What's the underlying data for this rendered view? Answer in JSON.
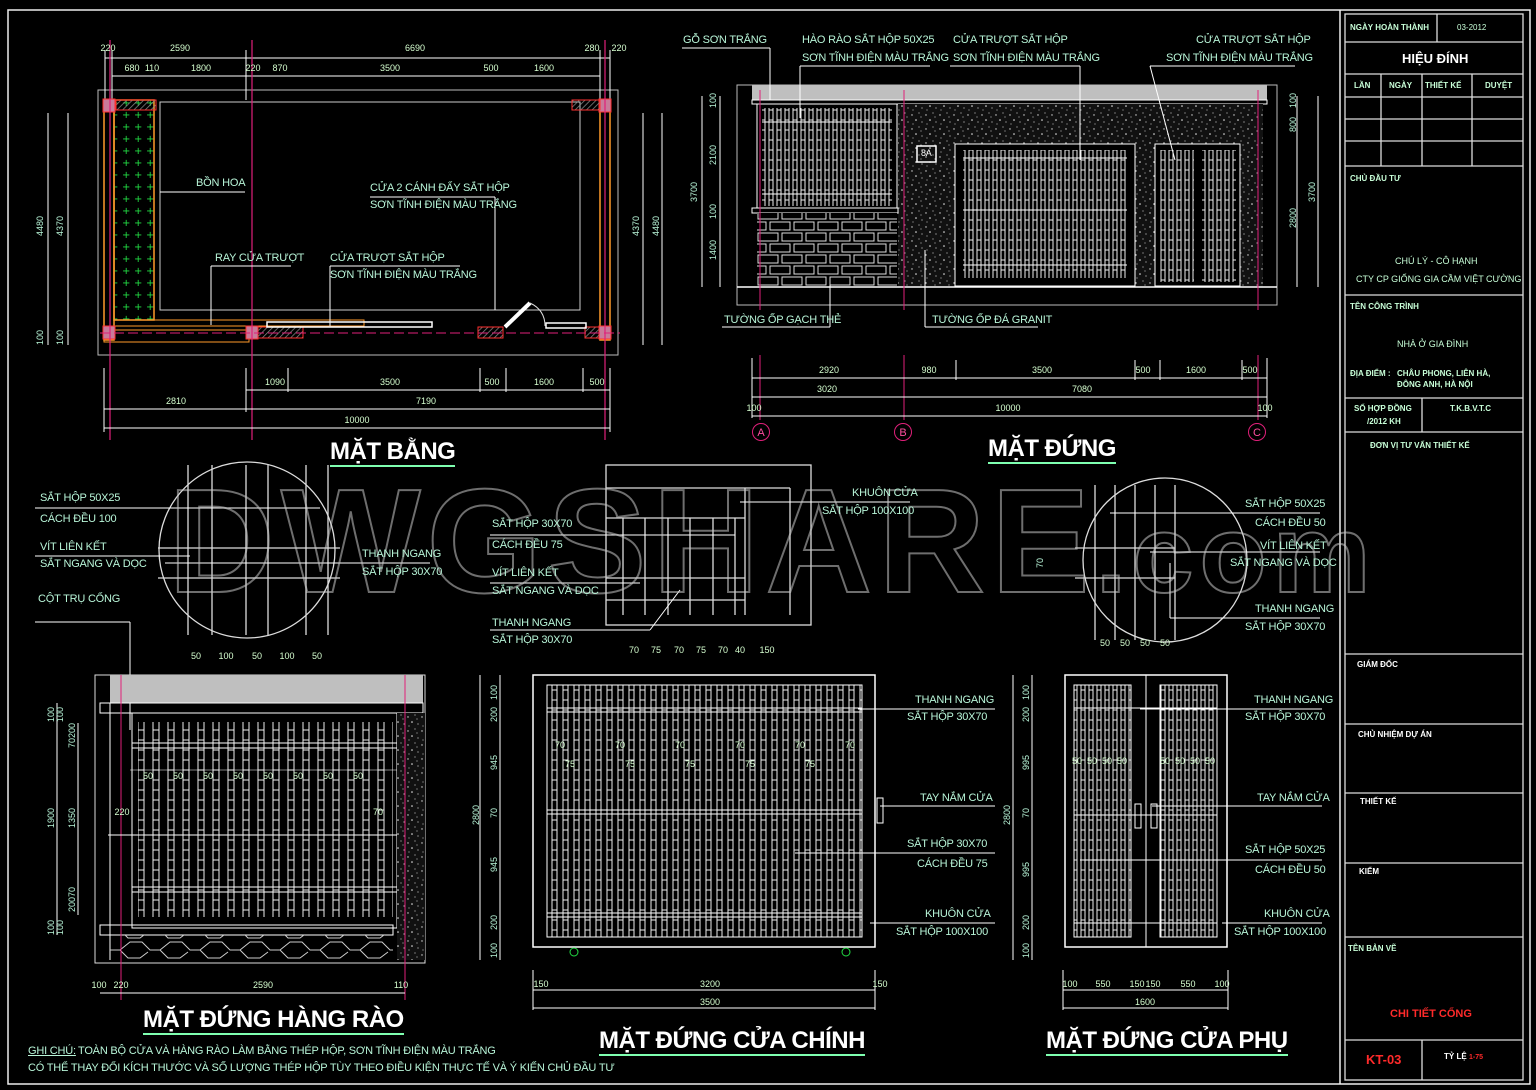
{
  "title_block": {
    "completion_date_label": "NGÀY HOÀN THÀNH",
    "completion_date_value": "03-2012",
    "revision_title": "HIỆU ĐÍNH",
    "revision_headers": [
      "LẦN",
      "NGÀY",
      "THIẾT KẾ",
      "DUYỆT"
    ],
    "investor_label": "CHỦ ĐẦU TƯ",
    "investor_name": "CHÚ LÝ - CÔ HẠNH",
    "investor_company": "CTY CP GIỐNG GIA CẦM VIỆT CƯỜNG",
    "project_label": "TÊN CÔNG TRÌNH",
    "project_name": "NHÀ Ở GIA ĐÌNH",
    "location_label": "ĐỊA ĐIỂM :",
    "location_line1": "CHÂU PHONG, LIÊN HÀ,",
    "location_line2": "ĐÔNG ANH, HÀ NỘI",
    "contract_label_1": "SỐ HỢP ĐỒNG",
    "contract_label_2": "/2012 KH",
    "contract_code": "T.K.B.V.T.C",
    "consultant_label": "ĐƠN VỊ TƯ VẤN THIẾT KẾ",
    "director_label": "GIÁM ĐỐC",
    "project_manager_label": "CHỦ NHIỆM DỰ ÁN",
    "designer_label": "THIẾT KẾ",
    "checker_label": "KIỂM",
    "drawing_name_label": "TÊN BẢN VẼ",
    "drawing_name": "CHI TIẾT CỔNG",
    "drawing_number": "KT-03",
    "scale_label": "TỶ LỆ",
    "scale_value": "1-75"
  },
  "plan_view": {
    "title": "MẶT BẰNG",
    "top_dims_row1": [
      "220",
      "2590",
      "6690",
      "280",
      "220"
    ],
    "top_dims_row2": [
      "680",
      "110",
      "1800",
      "220",
      "870",
      "3500",
      "500",
      "1600"
    ],
    "bottom_dims_row1": [
      "1090",
      "3500",
      "500",
      "1600",
      "500"
    ],
    "bottom_dims_row2": [
      "2810",
      "7190"
    ],
    "bottom_dims_total": "10000",
    "side_dims_left": [
      "4480",
      "4370",
      "100",
      "100"
    ],
    "side_dims_right": [
      "4370",
      "4480",
      "100",
      "100"
    ],
    "labels": {
      "planter": "BỒN HOA",
      "double_door_1": "CỬA 2 CÁNH ĐẨY SẮT HỘP",
      "double_door_2": "SƠN TĨNH ĐIỆN MÀU TRẮNG",
      "sliding_rail": "RAY CỬA TRƯỢT",
      "sliding_door_1": "CỬA TRƯỢT SẮT HỘP",
      "sliding_door_2": "SƠN TĨNH ĐIỆN MÀU TRẮNG"
    }
  },
  "front_elevation": {
    "title": "MẶT ĐỨNG",
    "labels": {
      "wood_trim": "GỖ SƠN TRẮNG",
      "fence_1": "HÀO RÀO SẮT HỘP 50X25",
      "fence_2": "SƠN TĨNH ĐIỆN MÀU TRẮNG",
      "slide_1": "CỬA TRƯỢT SẮT HỘP",
      "slide_2": "SƠN TĨNH ĐIỆN MÀU TRẮNG",
      "side_1": "CỬA TRƯỢT SẮT HỘP",
      "side_2": "SƠN TĨNH ĐIỆN MÀU TRẮNG",
      "brick_wall": "TƯỜNG ỐP GẠCH THẺ",
      "granite_wall": "TƯỜNG ỐP ĐÁ GRANIT",
      "house_number": "8A"
    },
    "left_dims": [
      "3700",
      "100",
      "2100",
      "100",
      "1400"
    ],
    "right_dims": [
      "100",
      "800",
      "3700",
      "2800"
    ],
    "dims_row1": [
      "2920",
      "980",
      "3500",
      "500",
      "1600",
      "500"
    ],
    "dims_row2": [
      "3020",
      "7080"
    ],
    "dims_total": "10000",
    "edge_dims": [
      "100",
      "100"
    ],
    "grid_axes": [
      "A",
      "B",
      "C"
    ]
  },
  "fence_detail": {
    "labels": {
      "box_1": "SẮT HỘP 50X25",
      "box_2": "CÁCH ĐỀU 100",
      "screw_1": "VÍT LIÊN KẾT",
      "screw_2": "SẮT NGANG VÀ DỌC",
      "post": "CỘT TRỤ CỔNG",
      "rail_1": "THANH NGANG",
      "rail_2": "SẮT HỘP 30X70"
    },
    "dims": [
      "50",
      "100",
      "50",
      "100",
      "50"
    ]
  },
  "main_gate_detail": {
    "labels": {
      "frame_1": "KHUÔN CỬA",
      "frame_2": "SẮT HỘP 100X100",
      "box_1": "SẮT HỘP 30X70",
      "box_2": "CÁCH ĐỀU 75",
      "screw_1": "VÍT LIÊN KẾT",
      "screw_2": "SẮT NGANG VÀ DỌC",
      "rail_1": "THANH NGANG",
      "rail_2": "SẮT HỘP 30X70"
    },
    "dims": [
      "70",
      "75",
      "70",
      "75",
      "70",
      "40",
      "150"
    ]
  },
  "side_gate_detail": {
    "labels": {
      "box_1": "SẮT HỘP 50X25",
      "box_2": "CÁCH ĐỀU 50",
      "screw_1": "VÍT LIÊN KẾT",
      "screw_2": "SẮT NGANG VÀ DỌC",
      "rail_1": "THANH NGANG",
      "rail_2": "SẮT HỘP 30X70"
    },
    "dims": [
      "50",
      "50",
      "50",
      "50"
    ],
    "height_dim": "70"
  },
  "fence_elevation": {
    "title": "MẶT ĐỨNG HÀNG RÀO",
    "left_dims": [
      "100",
      "100",
      "200",
      "70",
      "1900",
      "1350",
      "200",
      "70",
      "100",
      "100"
    ],
    "spacing_label": "50",
    "gap_dims": [
      "220",
      "70",
      "100",
      "70"
    ],
    "bottom_dims": [
      "100",
      "220",
      "2590",
      "110"
    ]
  },
  "main_gate_elevation": {
    "title": "MẶT ĐỨNG CỬA CHÍNH",
    "labels": {
      "rail_1": "THANH NGANG",
      "rail_2": "SẮT HỘP 30X70",
      "handle": "TAY NẮM CỬA",
      "box_1": "SẮT HỘP 30X70",
      "box_2": "CÁCH ĐỀU 75",
      "frame_1": "KHUÔN CỬA",
      "frame_2": "SẮT HỘP 100X100"
    },
    "left_dims": [
      "100",
      "200",
      "70",
      "945",
      "2800",
      "70",
      "945",
      "70",
      "200",
      "100"
    ],
    "spacing_a": "70",
    "spacing_b": "75",
    "bottom_dims": [
      "150",
      "3200",
      "150"
    ],
    "total_width": "3500"
  },
  "side_gate_elevation": {
    "title": "MẶT ĐỨNG CỬA PHỤ",
    "labels": {
      "rail_1": "THANH NGANG",
      "rail_2": "SẮT HỘP 30X70",
      "handle": "TAY NẮM CỬA",
      "box_1": "SẮT HỘP 50X25",
      "box_2": "CÁCH ĐỀU 50",
      "frame_1": "KHUÔN CỬA",
      "frame_2": "SẮT HỘP 100X100"
    },
    "left_dims": [
      "100",
      "200",
      "70",
      "995",
      "2800",
      "70",
      "995",
      "70",
      "200",
      "100"
    ],
    "spacing": "50",
    "bottom_dims": [
      "100",
      "550",
      "150",
      "150",
      "550",
      "100"
    ],
    "total_width": "1600"
  },
  "notes": {
    "label": "GHI CHÚ:",
    "line1": "TOÀN BỘ CỬA VÀ HÀNG RÀO LÀM BẰNG THÉP HỘP, SƠN TĨNH ĐIỆN MÀU TRẮNG",
    "line2": "CÓ THỂ THAY ĐỔI KÍCH THƯỚC VÀ SỐ LƯỢNG THÉP HỘP TÙY THEO ĐIỀU KIỆN THỰC TẾ VÀ Ý KIẾN CHỦ ĐẦU TƯ"
  },
  "watermark": {
    "main": "DWGSHARE",
    "suffix": ".com"
  },
  "colors": {
    "background": "#000000",
    "line": "#ffffff",
    "text": "#b8f5d8",
    "axis": "#e0207a",
    "wall": "#ff9a2a",
    "column": "#ff3030",
    "planter_dots": "#22dd44",
    "title_red": "#ff2a2a"
  }
}
